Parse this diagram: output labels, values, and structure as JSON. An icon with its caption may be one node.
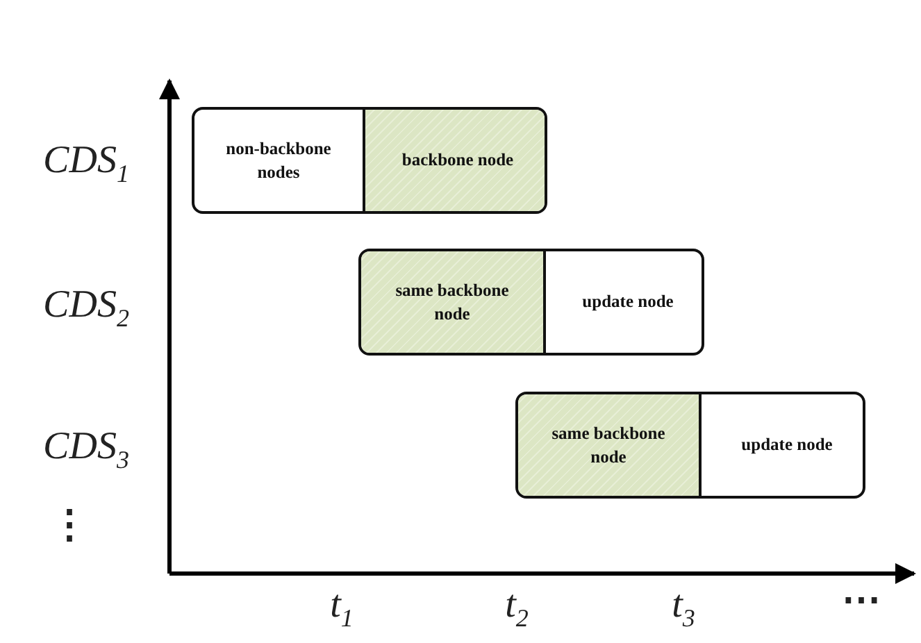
{
  "diagram": {
    "nodes": [
      {
        "text": [],
        "shape": "box"
      },
      {
        "text": [
          "non-backbone nodes"
        ],
        "in": 0
      },
      {
        "text": [
          "backbone node"
        ],
        "in": 0
      },
      {
        "text": [],
        "shape": "box"
      },
      {
        "text": [
          "same backbone node"
        ],
        "in": 3
      },
      {
        "text": [
          "update node"
        ],
        "in": 3
      },
      {
        "text": [],
        "shape": "box"
      },
      {
        "text": [
          "same backbone node"
        ],
        "in": 6
      },
      {
        "text": [
          "update node"
        ],
        "in": 6
      }
    ],
    "edges": [],
    "labels": [
      "CDS$_{1}$",
      "CDS$_{2}$",
      "CDS$_{3}$",
      "⋮",
      "t$_{1}$",
      "t$_{2}$",
      "t$_{3}$",
      "⋯"
    ]
  }
}
